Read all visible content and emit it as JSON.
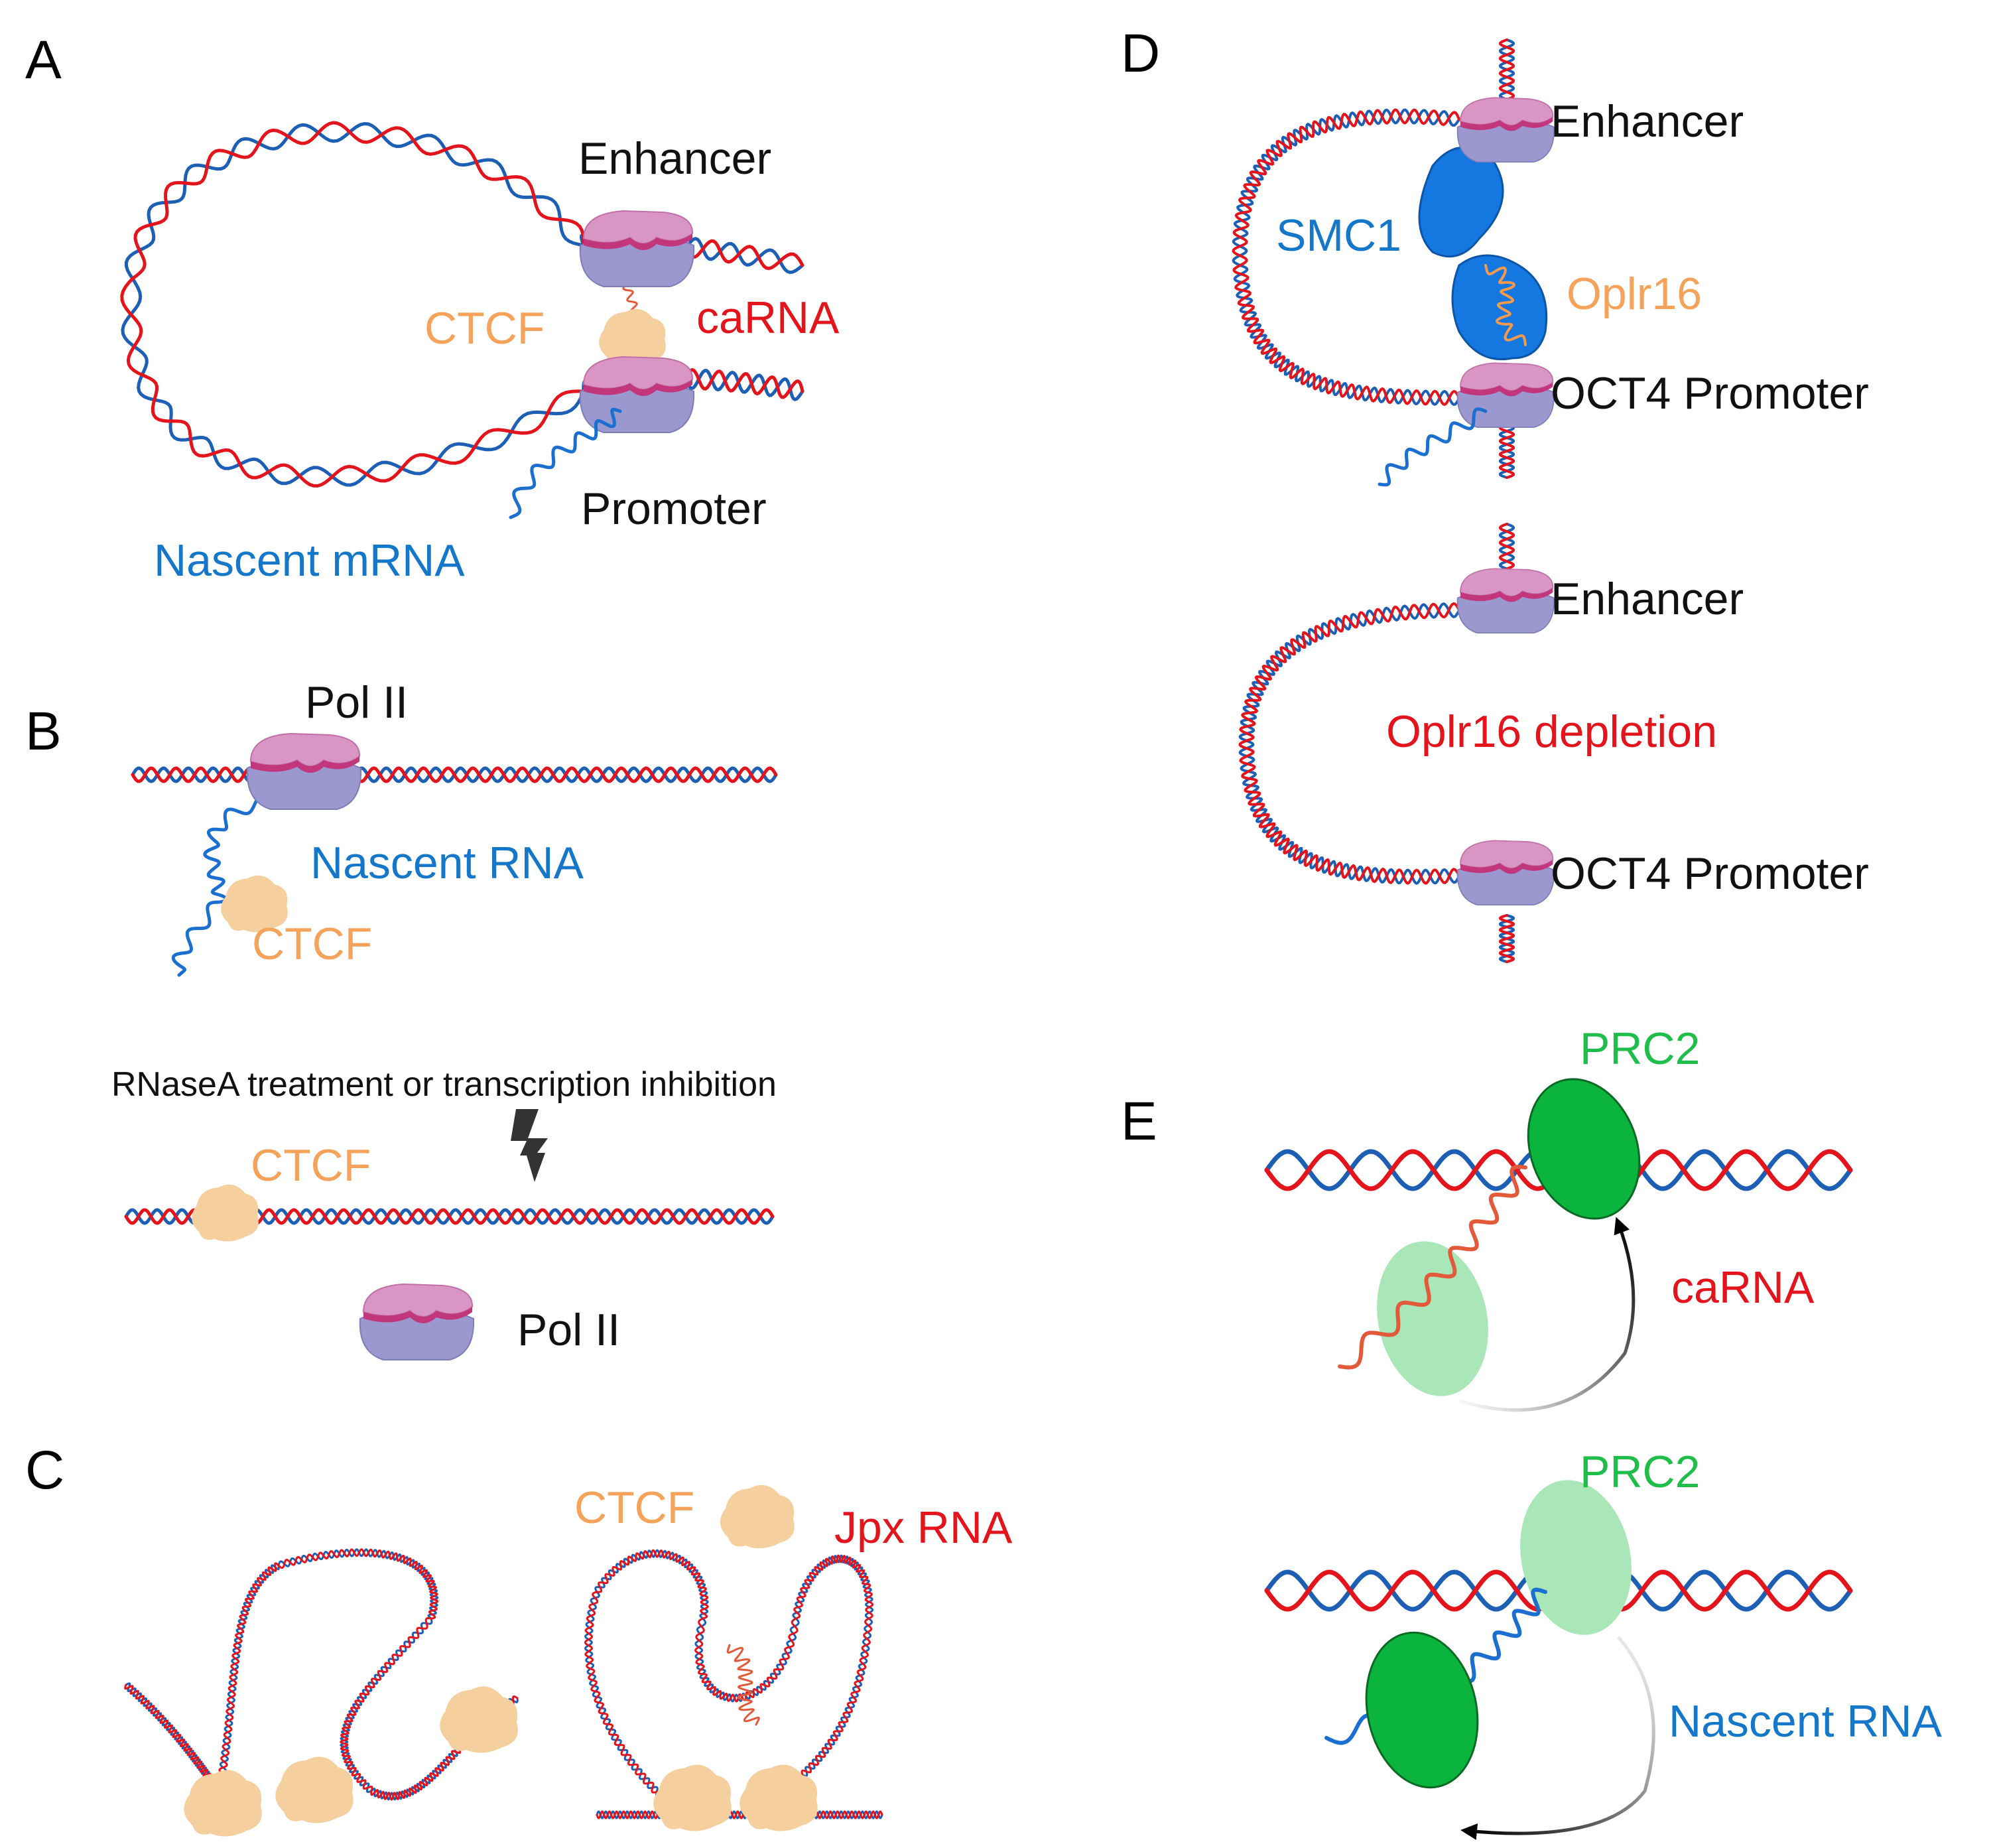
{
  "colors": {
    "dna_red": "#e3141b",
    "dna_blue": "#1d5fb5",
    "rna_red": "#e25a3a",
    "rna_blue": "#1a6fd0",
    "ctcf": "#f5cf9e",
    "pol_top": "#d996c4",
    "pol_bottom": "#9a98cf",
    "smc1": "#1577e0",
    "prc2": "#0bb43c",
    "prc2_faded": "#a9e6b8"
  },
  "panels": {
    "a": {
      "letter": "A",
      "enhancer": "Enhancer",
      "ctcf": "CTCF",
      "carna": "caRNA",
      "promoter": "Promoter",
      "nascent_mrna": "Nascent mRNA"
    },
    "b": {
      "letter": "B",
      "pol2_top": "Pol II",
      "nascent_rna": "Nascent RNA",
      "ctcf_top": "CTCF",
      "treatment": "RNaseA treatment or transcription inhibition",
      "ctcf_bottom": "CTCF",
      "pol2_bottom": "Pol II"
    },
    "c": {
      "letter": "C",
      "ctcf": "CTCF",
      "jpx": "Jpx RNA"
    },
    "d": {
      "letter": "D",
      "enhancer_top": "Enhancer",
      "smc1": "SMC1",
      "oplr16": "Oplr16",
      "oct4_top": "OCT4 Promoter",
      "enhancer_bottom": "Enhancer",
      "depletion": "Oplr16 depletion",
      "oct4_bottom": "OCT4 Promoter"
    },
    "e": {
      "letter": "E",
      "prc2_top": "PRC2",
      "carna": "caRNA",
      "prc2_bottom": "PRC2",
      "nascent_rna": "Nascent RNA"
    }
  }
}
